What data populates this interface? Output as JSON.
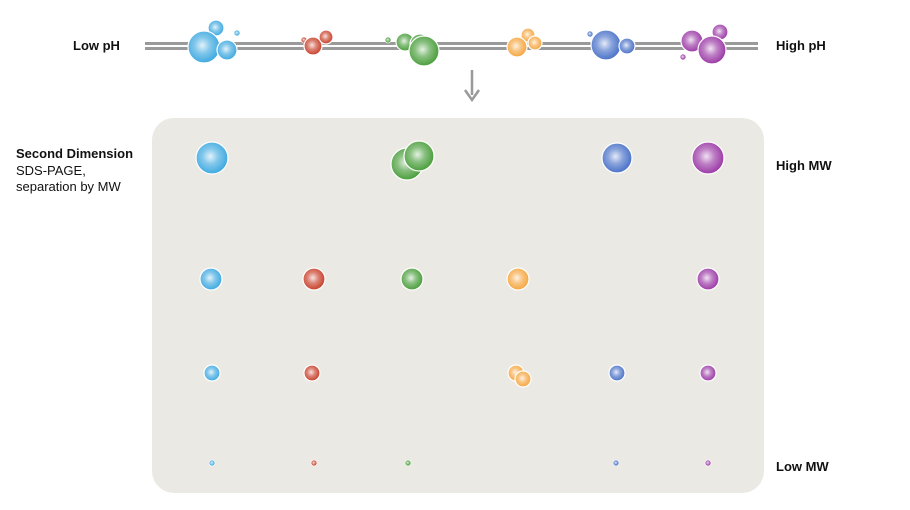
{
  "labels": {
    "low_ph": "Low pH",
    "high_ph": "High pH",
    "high_mw": "High MW",
    "low_mw": "Low MW",
    "second_dimension_title": "Second Dimension",
    "second_dimension_line1": "SDS-PAGE,",
    "second_dimension_line2": "separation by MW"
  },
  "colors": {
    "blue_light": "#3fa9e0",
    "red": "#c8402a",
    "green": "#4a9e3c",
    "orange": "#f5a640",
    "blue": "#4a72c8",
    "purple": "#9b3aa6",
    "strip": "#8a8a8a",
    "gel": "#ebe9e4",
    "arrow": "#9a9a9a"
  },
  "spot_groups": [
    {
      "color": "blue_light",
      "name": "protein-group-1"
    },
    {
      "color": "red",
      "name": "protein-group-2"
    },
    {
      "color": "green",
      "name": "protein-group-3"
    },
    {
      "color": "orange",
      "name": "protein-group-4"
    },
    {
      "color": "blue",
      "name": "protein-group-5"
    },
    {
      "color": "purple",
      "name": "protein-group-6"
    }
  ]
}
